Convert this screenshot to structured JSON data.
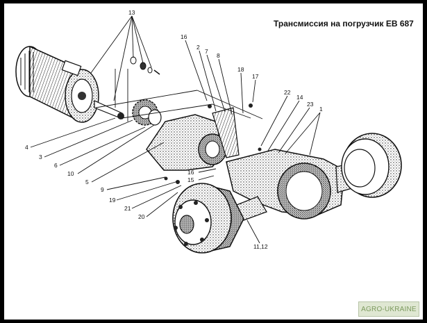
{
  "title": "Трансмиссия на погрузчик ЕВ 687",
  "watermark": "AGRO-UKRAINE",
  "labels": [
    "13",
    "16",
    "2",
    "7",
    "8",
    "18",
    "17",
    "22",
    "14",
    "23",
    "1",
    "4",
    "3",
    "6",
    "10",
    "5",
    "9",
    "19",
    "21",
    "20",
    "16",
    "15",
    "11,12"
  ]
}
